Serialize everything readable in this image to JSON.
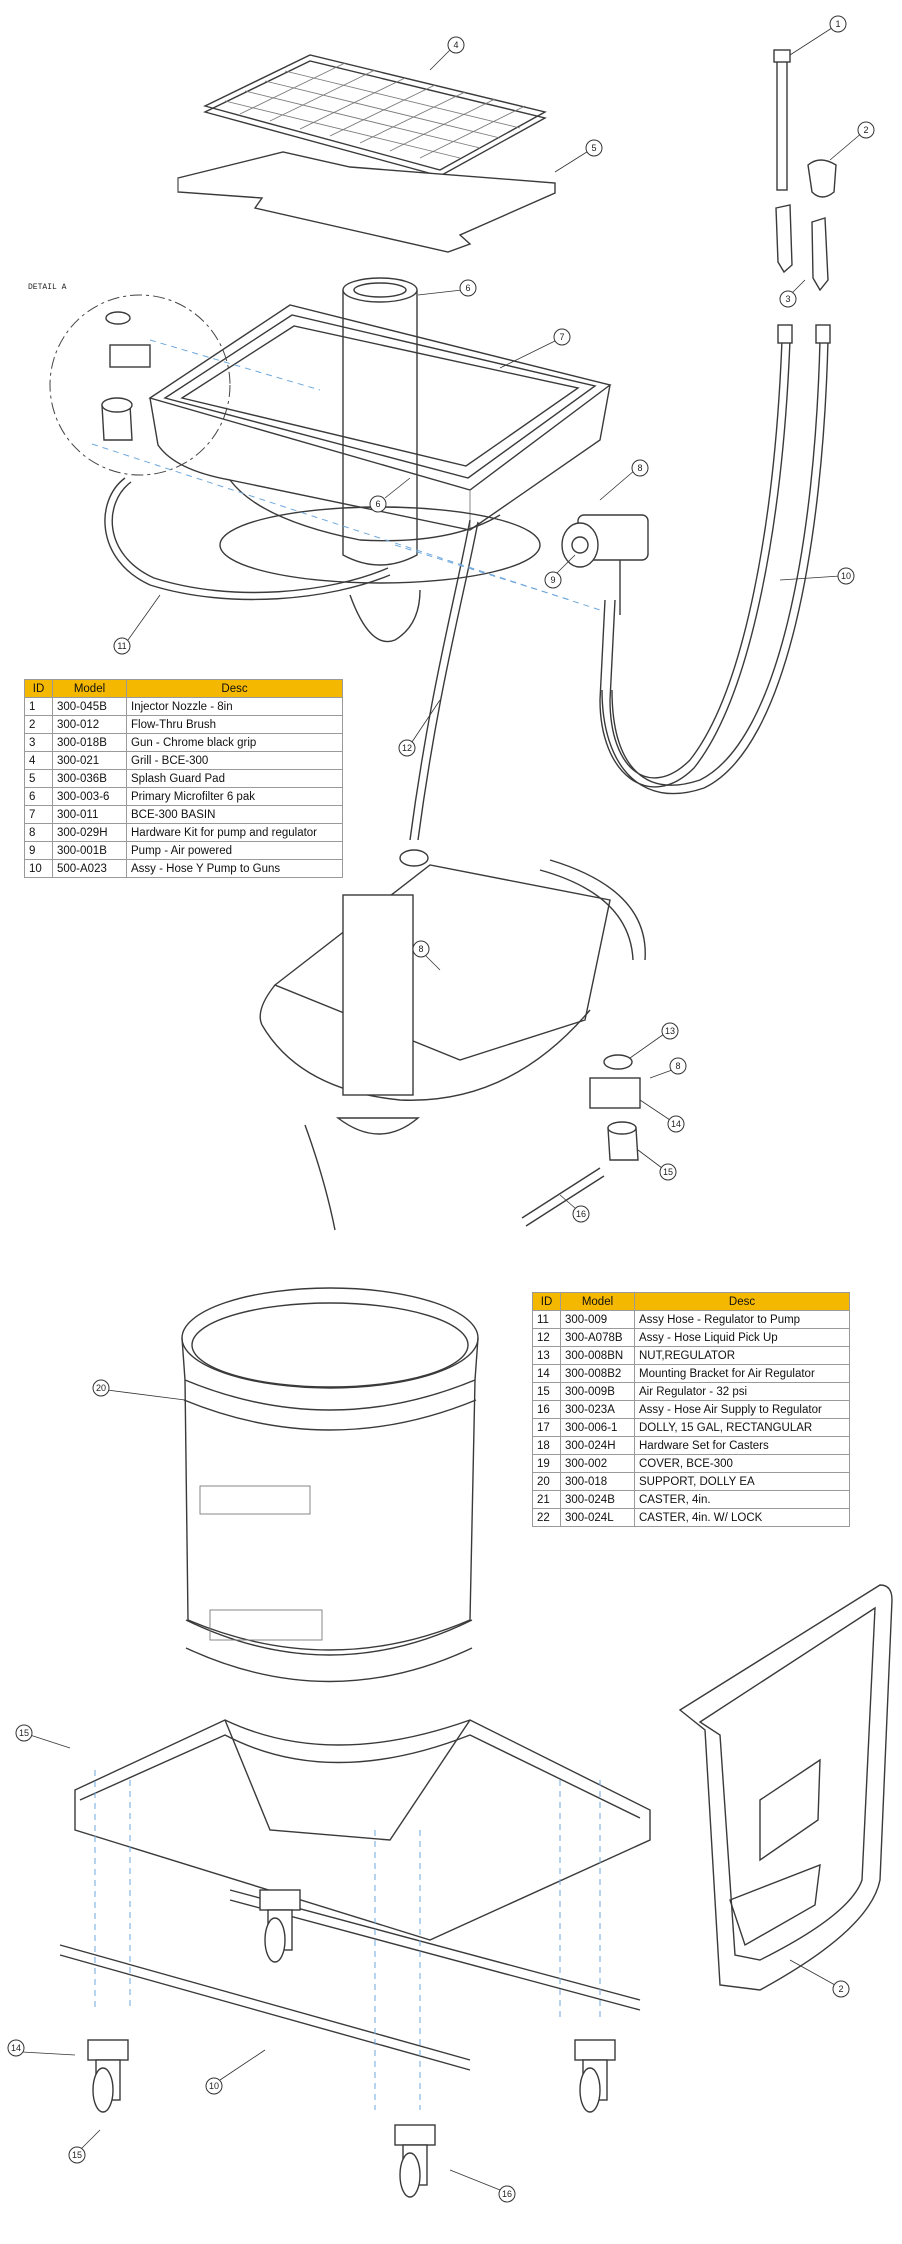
{
  "detail_label": "DETAIL A",
  "callouts_top": [
    "1",
    "2",
    "3",
    "4",
    "5",
    "6",
    "7",
    "8",
    "9",
    "10",
    "11",
    "12",
    "6"
  ],
  "callouts_mid": [
    "8",
    "13",
    "8",
    "14",
    "15",
    "16"
  ],
  "callouts_bottom": [
    "20",
    "15",
    "2",
    "14",
    "10",
    "15",
    "16"
  ],
  "parts_table_top": {
    "headers": [
      "ID",
      "Model",
      "Desc"
    ],
    "rows": [
      [
        "1",
        "300-045B",
        "Injector Nozzle - 8in"
      ],
      [
        "2",
        "300-012",
        "Flow-Thru Brush"
      ],
      [
        "3",
        "300-018B",
        "Gun - Chrome black grip"
      ],
      [
        "4",
        "300-021",
        "Grill - BCE-300"
      ],
      [
        "5",
        "300-036B",
        "Splash Guard Pad"
      ],
      [
        "6",
        "300-003-6",
        "Primary Microfilter 6 pak"
      ],
      [
        "7",
        "300-011",
        "BCE-300 BASIN"
      ],
      [
        "8",
        "300-029H",
        "Hardware Kit for pump and regulator"
      ],
      [
        "9",
        "300-001B",
        "Pump - Air powered"
      ],
      [
        "10",
        "500-A023",
        "Assy - Hose Y Pump to Guns"
      ]
    ]
  },
  "parts_table_bottom": {
    "headers": [
      "ID",
      "Model",
      "Desc"
    ],
    "rows": [
      [
        "11",
        "300-009",
        "Assy Hose - Regulator to Pump"
      ],
      [
        "12",
        "300-A078B",
        "Assy  - Hose Liquid Pick Up"
      ],
      [
        "13",
        "300-008BN",
        "NUT,REGULATOR"
      ],
      [
        "14",
        "300-008B2",
        "Mounting Bracket for Air Regulator"
      ],
      [
        "15",
        "300-009B",
        "Air Regulator - 32 psi"
      ],
      [
        "16",
        "300-023A",
        "Assy - Hose Air Supply to Regulator"
      ],
      [
        "17",
        "300-006-1",
        "DOLLY, 15 GAL, RECTANGULAR"
      ],
      [
        "18",
        "300-024H",
        "Hardware Set for Casters"
      ],
      [
        "19",
        "300-002",
        "COVER, BCE-300"
      ],
      [
        "20",
        "300-018",
        "SUPPORT, DOLLY EA"
      ],
      [
        "21",
        "300-024B",
        "CASTER, 4in."
      ],
      [
        "22",
        "300-024L",
        "CASTER, 4in. W/ LOCK"
      ]
    ]
  },
  "colors": {
    "header_fill": "#f5b800",
    "hidden_lines": "#6fa8dc",
    "line": "#3a3a3a"
  }
}
